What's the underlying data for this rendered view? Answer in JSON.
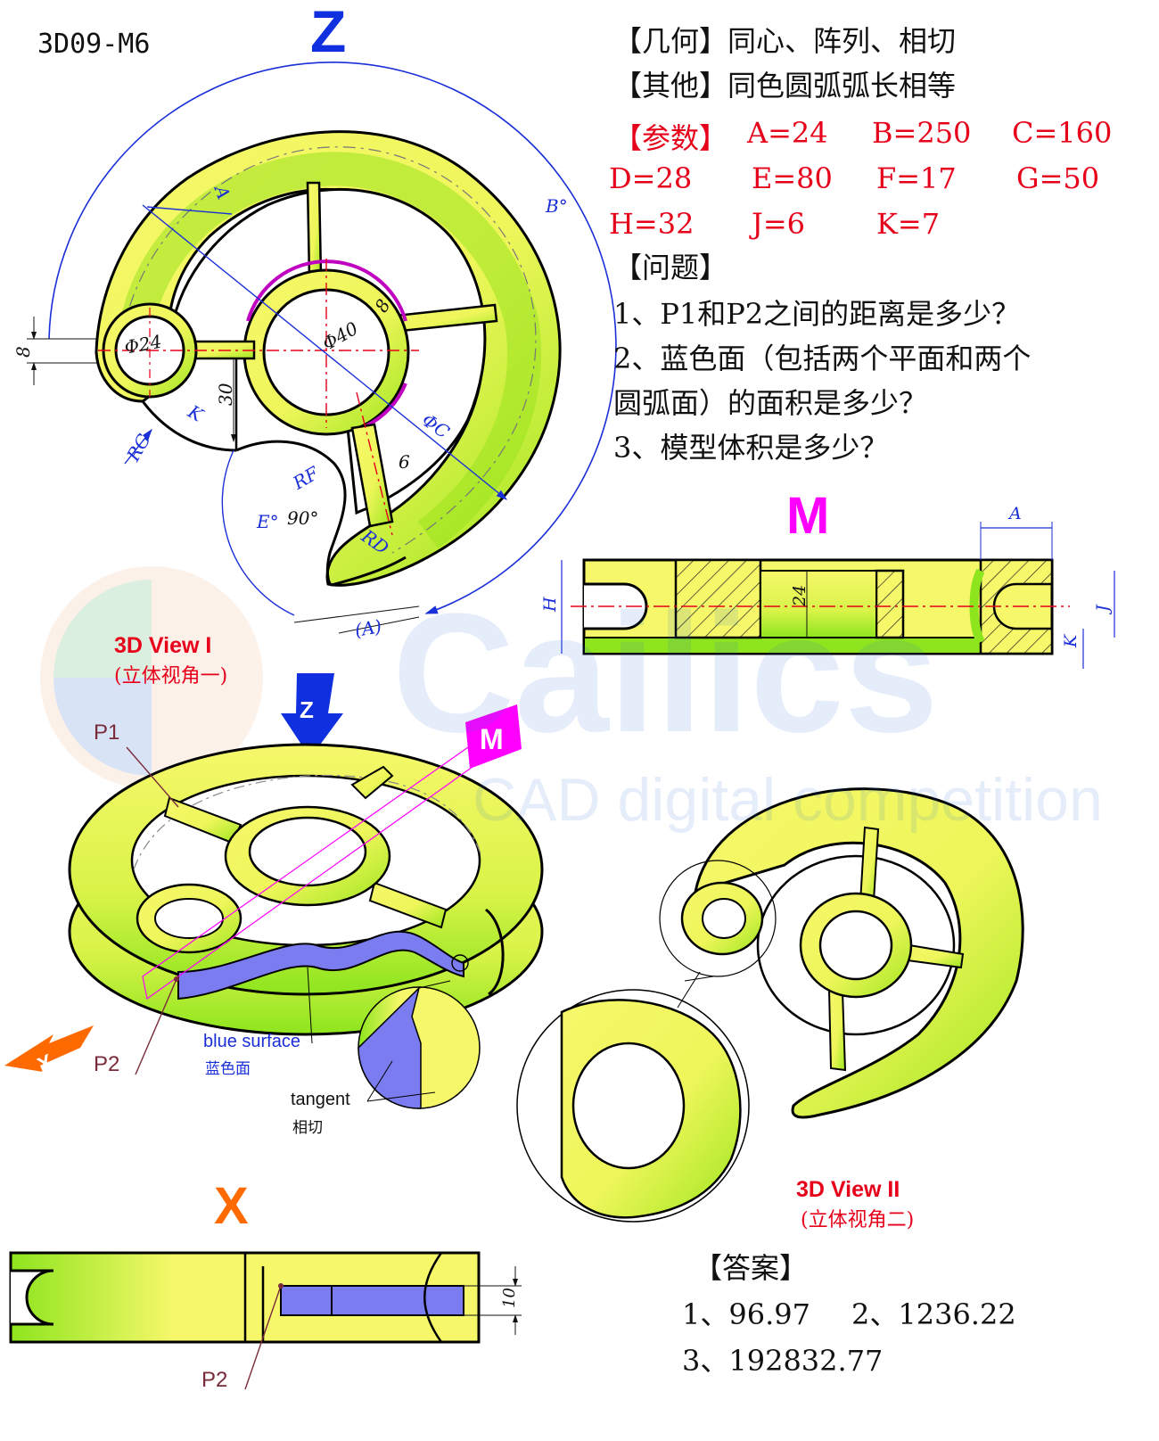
{
  "model_code": "3D09-M6",
  "geometry_line": {
    "label": "【几何】",
    "text": "同心、阵列、相切"
  },
  "other_line": {
    "label": "【其他】",
    "text": "同色圆弧弧长相等"
  },
  "params": {
    "label": "【参数】",
    "items": [
      "A=24",
      "B=250",
      "C=160",
      "D=28",
      "E=80",
      "F=17",
      "G=50",
      "H=32",
      "J=6",
      "K=7"
    ]
  },
  "questions": {
    "label": "【问题】",
    "q1": "1、P1和P2之间的距离是多少？",
    "q2a": "2、蓝色面（包括两个平面和两个",
    "q2b": "圆弧面）的面积是多少？",
    "q3": "3、模型体积是多少？"
  },
  "answers": {
    "label": "【答案】",
    "a1": "1、96.97",
    "a2": "2、1236.22",
    "a3": "3、192832.77"
  },
  "views": {
    "z_letter": "Z",
    "m_letter": "M",
    "x_letter": "X",
    "view1_title": "3D View I",
    "view1_sub": "(立体视角一)",
    "view2_title": "3D View II",
    "view2_sub": "(立体视角二)"
  },
  "labels": {
    "p1": "P1",
    "p2": "P2",
    "p2_x": "P2",
    "blue_surface": "blue surface",
    "blue_surface_cn": "蓝色面",
    "tangent": "tangent",
    "tangent_cn": "相切"
  },
  "dims": {
    "phi24": "Φ24",
    "phi40": "Φ40",
    "phiC": "ΦC",
    "a": "A",
    "b": "B°",
    "e": "E°",
    "ang90": "90°",
    "rg": "RG",
    "rf": "RF",
    "rd": "RD",
    "k": "K",
    "d8a": "8",
    "d8b": "8",
    "d30": "30",
    "d6": "6",
    "a_paren": "(A)",
    "m_a": "A",
    "m_h": "H",
    "m_24": "24",
    "m_j": "J",
    "m_k": "K",
    "x_10": "10"
  },
  "watermark": {
    "main": "Cailics",
    "sub": "CAD digital competition"
  },
  "colors": {
    "body_yellow": "#f4f76a",
    "body_green": "#8ee51e",
    "blue_face": "#7b7cf0",
    "dim_blue": "#1a2fd8",
    "accent_red": "#e6001a",
    "magenta": "#ff00ff",
    "orange": "#ff6a00"
  }
}
